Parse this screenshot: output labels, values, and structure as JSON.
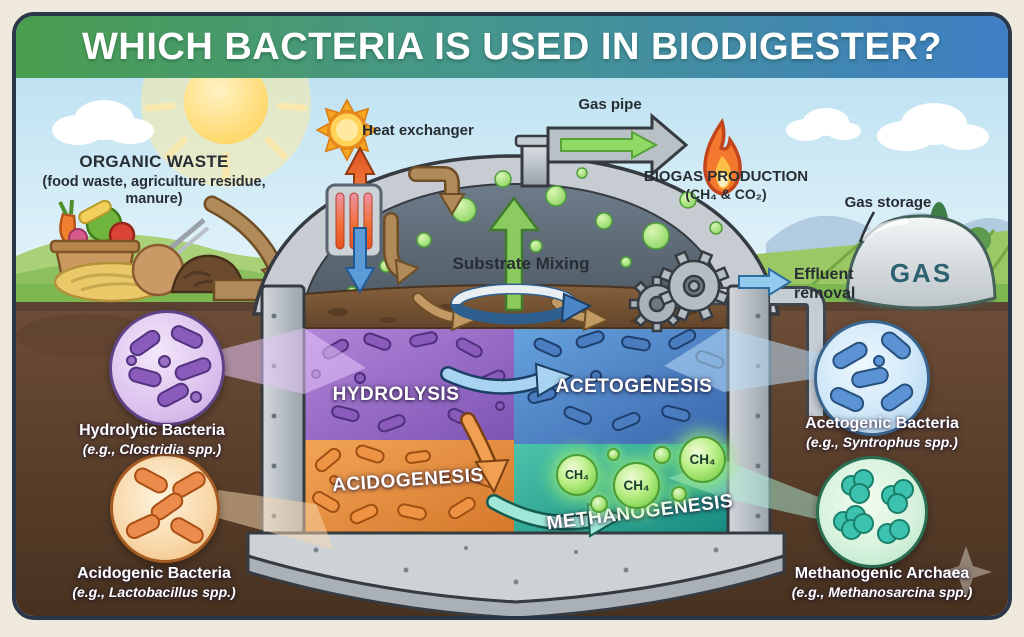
{
  "title": "WHICH BACTERIA IS USED IN BIODIGESTER?",
  "left_input": {
    "title": "ORGANIC WASTE",
    "subtitle": "(food waste, agriculture residue, manure)"
  },
  "equipment": {
    "heat_exchanger": "Heat exchanger",
    "gas_pipe": "Gas pipe",
    "substrate_mixing": "Substrate Mixing",
    "effluent_removal": "Effluent removal",
    "gas_storage": "Gas storage",
    "gas_tank_text": "GAS"
  },
  "output": {
    "title": "BIOGAS PRODUCTION",
    "subtitle": "(CH₄ & CO₂)"
  },
  "stages": {
    "hydrolysis": "HYDROLYSIS",
    "acetogenesis": "ACETOGENESIS",
    "acidogenesis": "ACIDOGENESIS",
    "methanogenesis": "METHANOGENESIS"
  },
  "molecule": {
    "ch4": "CH₄"
  },
  "bacteria": {
    "hydrolytic": {
      "name": "Hydrolytic Bacteria",
      "example": "(e.g., Clostridia spp.)"
    },
    "acidogenic": {
      "name": "Acidogenic Bacteria",
      "example": "(e.g., Lactobacillus spp.)"
    },
    "acetogenic": {
      "name": "Acetogenic Bacteria",
      "example": "(e.g., Syntrophus spp.)"
    },
    "methanogenic": {
      "name": "Methanogenic Archaea",
      "example": "(e.g., Methanosarcina spp.)"
    }
  },
  "colors": {
    "banner_green": "#4a9e4f",
    "banner_blue": "#3e7fc4",
    "hydrolysis": "#9a6cc4",
    "acetogenesis": "#4f86c8",
    "acidogenesis": "#e08b3e",
    "methanogenesis": "#2fa895",
    "biogas_bubble": "#8bd96a"
  }
}
